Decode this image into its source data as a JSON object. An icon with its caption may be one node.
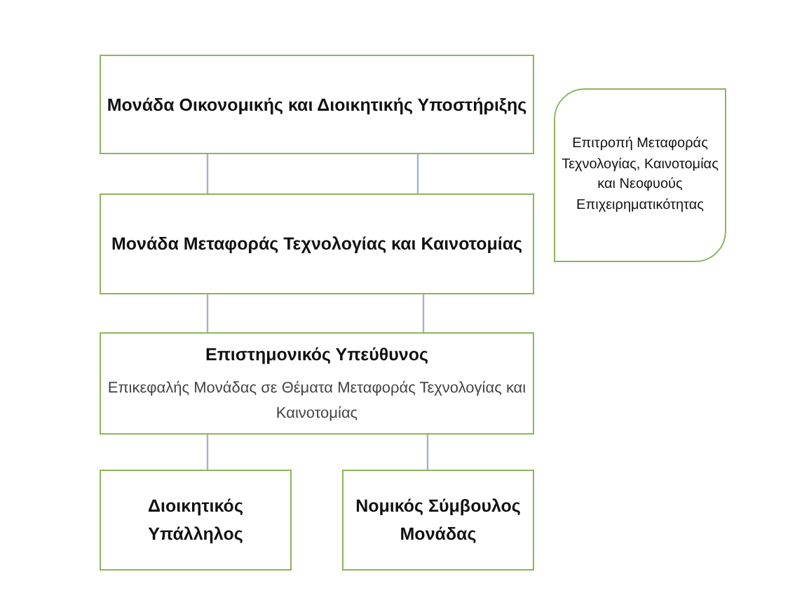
{
  "diagram": {
    "nodes": [
      {
        "text": [
          "Μονάδα Οικονομικής και Διοικητικής Υποστήριξης"
        ]
      },
      {
        "text": [
          "Μονάδα Μεταφοράς Τεχνολογίας και Καινοτομίας"
        ]
      },
      {
        "text": [
          "Επιστημονικός Υπεύθυνος",
          "Επικεφαλής Μονάδας σε Θέματα Μεταφοράς Τεχνολογίας και Καινοτομίας"
        ]
      },
      {
        "text": [
          "Διοικητικός Υπάλληλος"
        ]
      },
      {
        "text": [
          "Νομικός Σύμβουλος Μονάδας"
        ]
      },
      {
        "text": [
          "Επιτροπή Μεταφοράς Τεχνολογίας, Καινοτομίας και Νεοφυούς Επιχειρηματικότητας"
        ]
      }
    ],
    "edges": [
      {
        "from": 0,
        "to": 1,
        "arrow": "none"
      },
      {
        "from": 0,
        "to": 1,
        "arrow": "none"
      },
      {
        "from": 1,
        "to": 2,
        "arrow": "none"
      },
      {
        "from": 1,
        "to": 2,
        "arrow": "none"
      },
      {
        "from": 2,
        "to": 3,
        "arrow": "none"
      },
      {
        "from": 2,
        "to": 4,
        "arrow": "none"
      }
    ]
  }
}
